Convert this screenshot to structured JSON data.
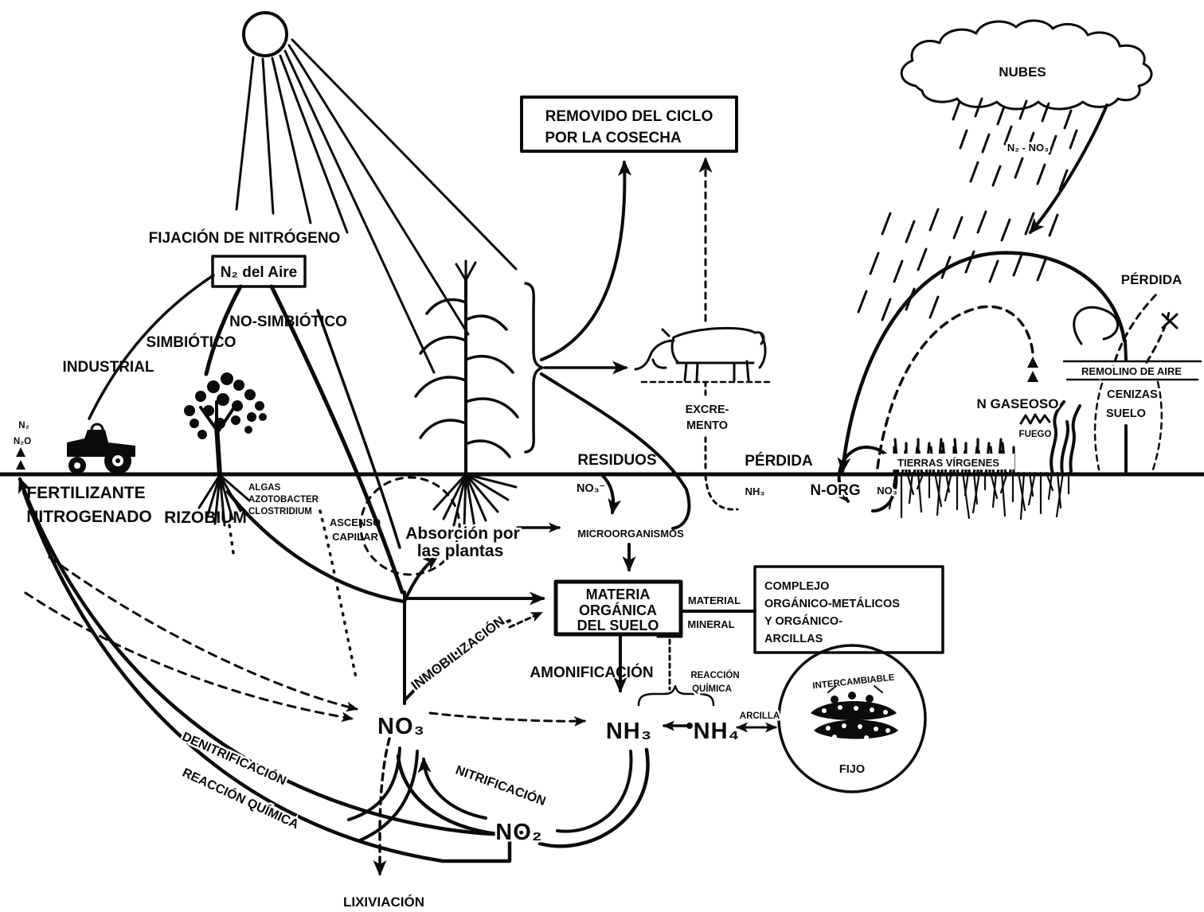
{
  "colors": {
    "ink": "#0b0b0b",
    "background": "#ffffff"
  },
  "labels": {
    "fijacion": "FIJACIÓN DE NITRÓGENO",
    "n2_del_aire": "N₂ del Aire",
    "no_simbiotico": "NO-SIMBIÓTICO",
    "simbiotico": "SIMBIÓTICO",
    "industrial": "INDUSTRIAL",
    "n2": "N₂",
    "n2o": "N₂O",
    "fertilizante": [
      "FERTILIZANTE",
      "NITROGENADO"
    ],
    "rizobium": "RIZOBIUM",
    "algas": [
      "ALGAS",
      "AZOTOBACTER",
      "CLOSTRIDIUM"
    ],
    "ascenso": [
      "ASCENSO",
      "CAPILAR"
    ],
    "absorcion": [
      "Absorción por",
      "las plantas"
    ],
    "microorganismos": "MICROORGANISMOS",
    "residuos": "RESIDUOS",
    "no3_sup": "NO₃⁻",
    "excremento": [
      "EXCRE-",
      "MENTO"
    ],
    "perdida_mid": "PÉRDIDA",
    "nh3_small": "NH₃",
    "n_org": "N-ORG",
    "no3_small": "NO₃",
    "tierras": "TIERRAS VÍRGENES",
    "fuego": "FUEGO",
    "n_gaseoso": "N GASEOSO",
    "nubes": "NUBES",
    "n2_no3": "N₂ - NO₃",
    "perdida_top": "PÉRDIDA",
    "remolino": "REMOLINO DE AIRE",
    "cenizas": "CENIZAS",
    "suelo": "SUELO",
    "removido": [
      "REMOVIDO DEL CICLO",
      "POR LA COSECHA"
    ],
    "materia": [
      "MATERIA",
      "ORGÁNICA",
      "DEL SUELO"
    ],
    "material_mineral": [
      "MATERIAL",
      "MINERAL"
    ],
    "complejo": [
      "COMPLEJO",
      "ORGÁNICO-METÁLICOS",
      "Y ORGÁNICO-",
      "ARCILLAS"
    ],
    "amonificacion": "AMONIFICACIÓN",
    "reaccion_mid": [
      "REACCIÓN",
      "QUÍMICA"
    ],
    "nh3_big": "NH₃",
    "nh4_big": "NH₄",
    "arcilla": "ARCILLA",
    "intercambiable": "INTERCAMBIABLE",
    "fijo": "FIJO",
    "inmobilizacion": "INMOBILIZACIÓN",
    "no3_big": "NO₃",
    "nitrificacion": "NITRIFICACIÓN",
    "no2_big": "NO₂",
    "denitrificacion": "DENITRIFICACIÓN",
    "reaccion_left": "REACCIÓN QUÍMICA",
    "lixiviacion": "LIXIVIACIÓN"
  }
}
